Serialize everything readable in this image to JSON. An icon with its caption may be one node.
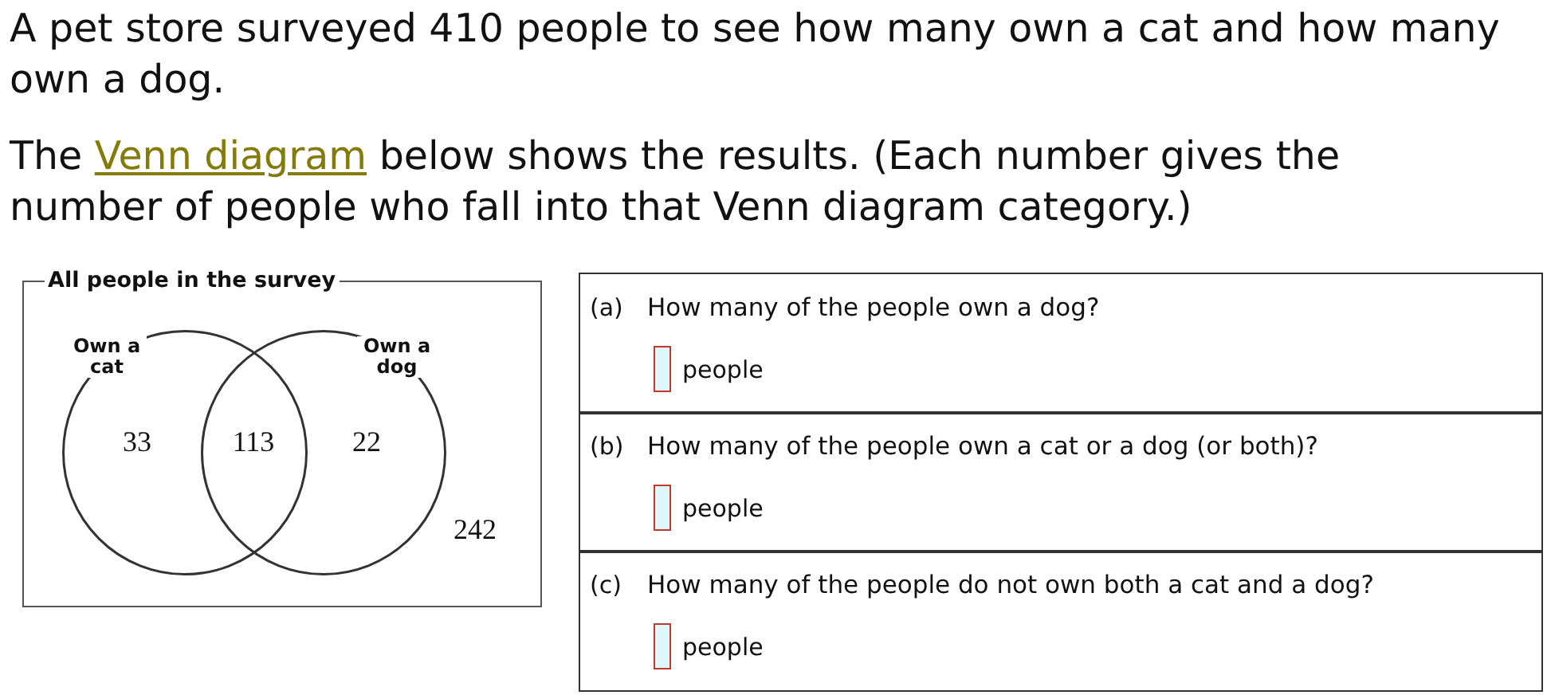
{
  "diagram": {
    "nodes": [
      {
        "text": [
          "All people in the survey"
        ]
      },
      {
        "text": [
          "Own a cat"
        ],
        "in": 0
      },
      {
        "text": [
          "Own a dog"
        ],
        "in": 0
      },
      {
        "text": [
          "(a)",
          "How many of the people own a dog?",
          "people"
        ]
      },
      {
        "text": [
          "(b)",
          "How many of the people own a cat or a dog (or both)?",
          "people"
        ]
      },
      {
        "text": [
          "(c)",
          "How many of the people do not own both a cat and a dog?",
          "people"
        ]
      }
    ],
    "labels": [
      "A pet store surveyed 410 people to see how many own a cat and how many own a dog.",
      "The",
      "Venn diagram",
      "below shows the results. (Each number gives the number of people who fall into that Venn diagram category.)",
      "33",
      "113",
      "22",
      "242"
    ]
  }
}
